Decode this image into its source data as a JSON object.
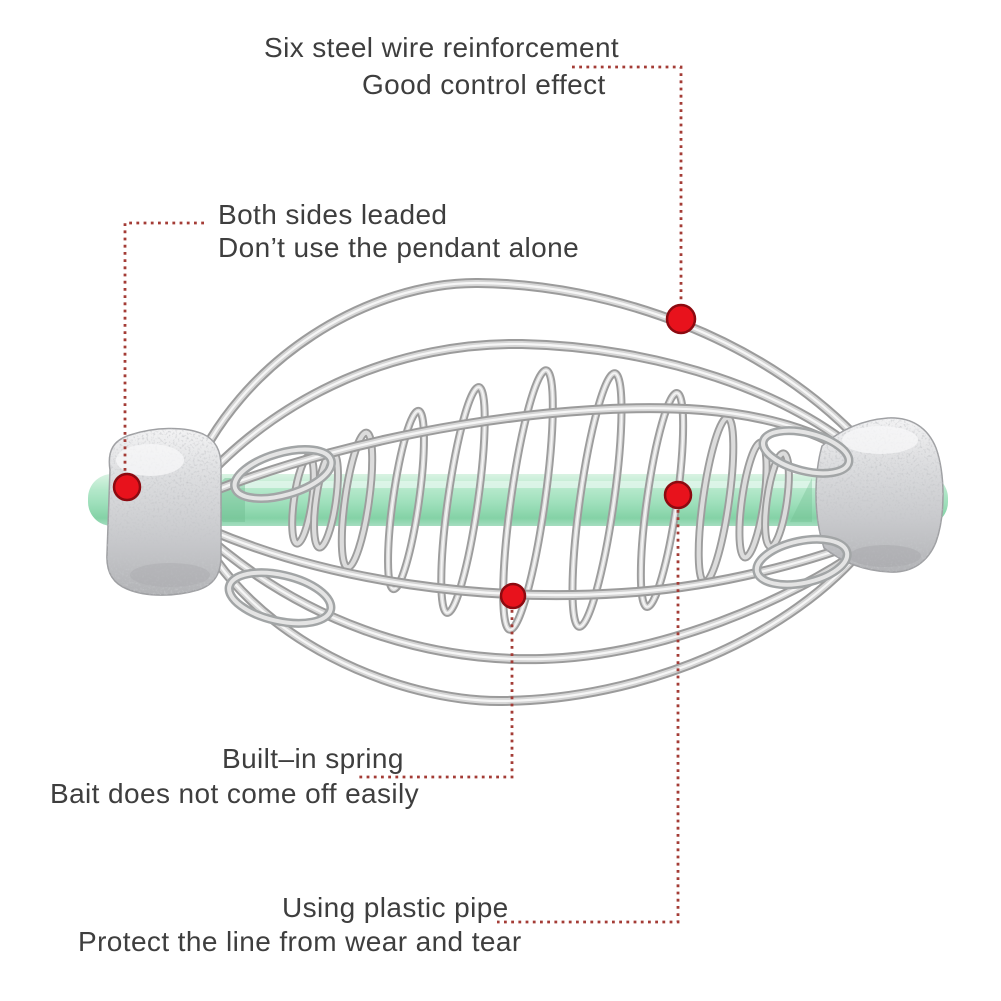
{
  "annotations": {
    "wire": {
      "line1": "Six steel wire reinforcement",
      "line2": "Good control effect"
    },
    "lead": {
      "line1": "Both sides leaded",
      "line2": "Don’t use the pendant alone"
    },
    "spring": {
      "line1": "Built–in spring",
      "line2": "Bait does not come off easily"
    },
    "pipe": {
      "line1": "Using plastic pipe",
      "line2": "Protect the line from wear and tear"
    }
  },
  "theme": {
    "background": "#ffffff",
    "text_color": "#3e3e3e",
    "accent_red": "#e8121c",
    "dot_edge": "#8c0a10",
    "leader_red": "#a43c36",
    "tube_green": "#9fe0bc",
    "wire_gray": "#c2c2c2",
    "lead_silver": "#c9cacd"
  }
}
